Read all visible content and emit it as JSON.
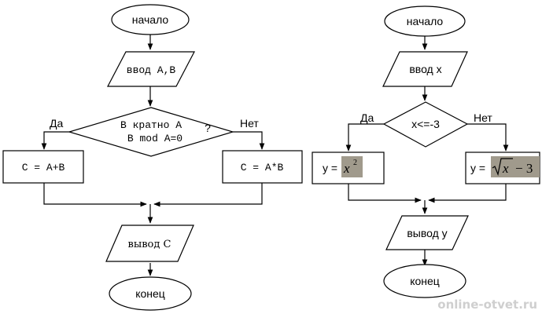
{
  "left": {
    "start": "начало",
    "input": "ввод А,В",
    "condition_line1": "В кратно А",
    "condition_line2": "В mod А=0",
    "condition_q": "?",
    "yes": "Да",
    "no": "Нет",
    "yes_action": "С = А+В",
    "no_action": "С = А*В",
    "output": "вывод С",
    "end": "конец"
  },
  "right": {
    "start": "начало",
    "input": "ввод x",
    "condition": "x<=-3",
    "yes": "Да",
    "no": "Нет",
    "yes_lhs": "y =",
    "yes_var": "x",
    "yes_exp": "2",
    "no_lhs": "y =",
    "no_var": "x",
    "no_tail": "− 3",
    "output": "вывод y",
    "end": "конец"
  },
  "watermark": "online-otvet.ru",
  "colors": {
    "formula_highlight": "#a09a8c"
  }
}
